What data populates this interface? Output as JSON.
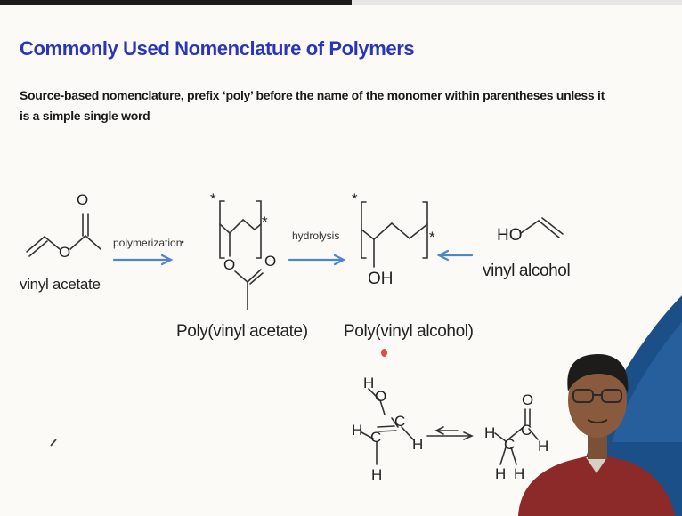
{
  "slide": {
    "title": "Commonly Used Nomenclature of Polymers",
    "body_line1": "Source-based nomenclature, prefix ‘poly’ before the name of the monomer within parentheses unless it",
    "body_line2": "is a simple single word"
  },
  "scheme": {
    "monomer_label": "vinyl acetate",
    "arrow1_label": "polymerization",
    "polymer1_label": "Poly(vinyl acetate)",
    "arrow2_label": "hydrolysis",
    "polymer2_label": "Poly(vinyl alcohol)",
    "hypothetical_label": "vinyl alcohol",
    "oh_group": "OH",
    "ho_group": "HO",
    "oxygen": "O",
    "asterisk": "*"
  },
  "tautomer": {
    "h": "H",
    "c": "C",
    "o": "O"
  },
  "colors": {
    "title": "#2a35b8",
    "arrow": "#4f86c6",
    "background": "#fbfaf7"
  }
}
